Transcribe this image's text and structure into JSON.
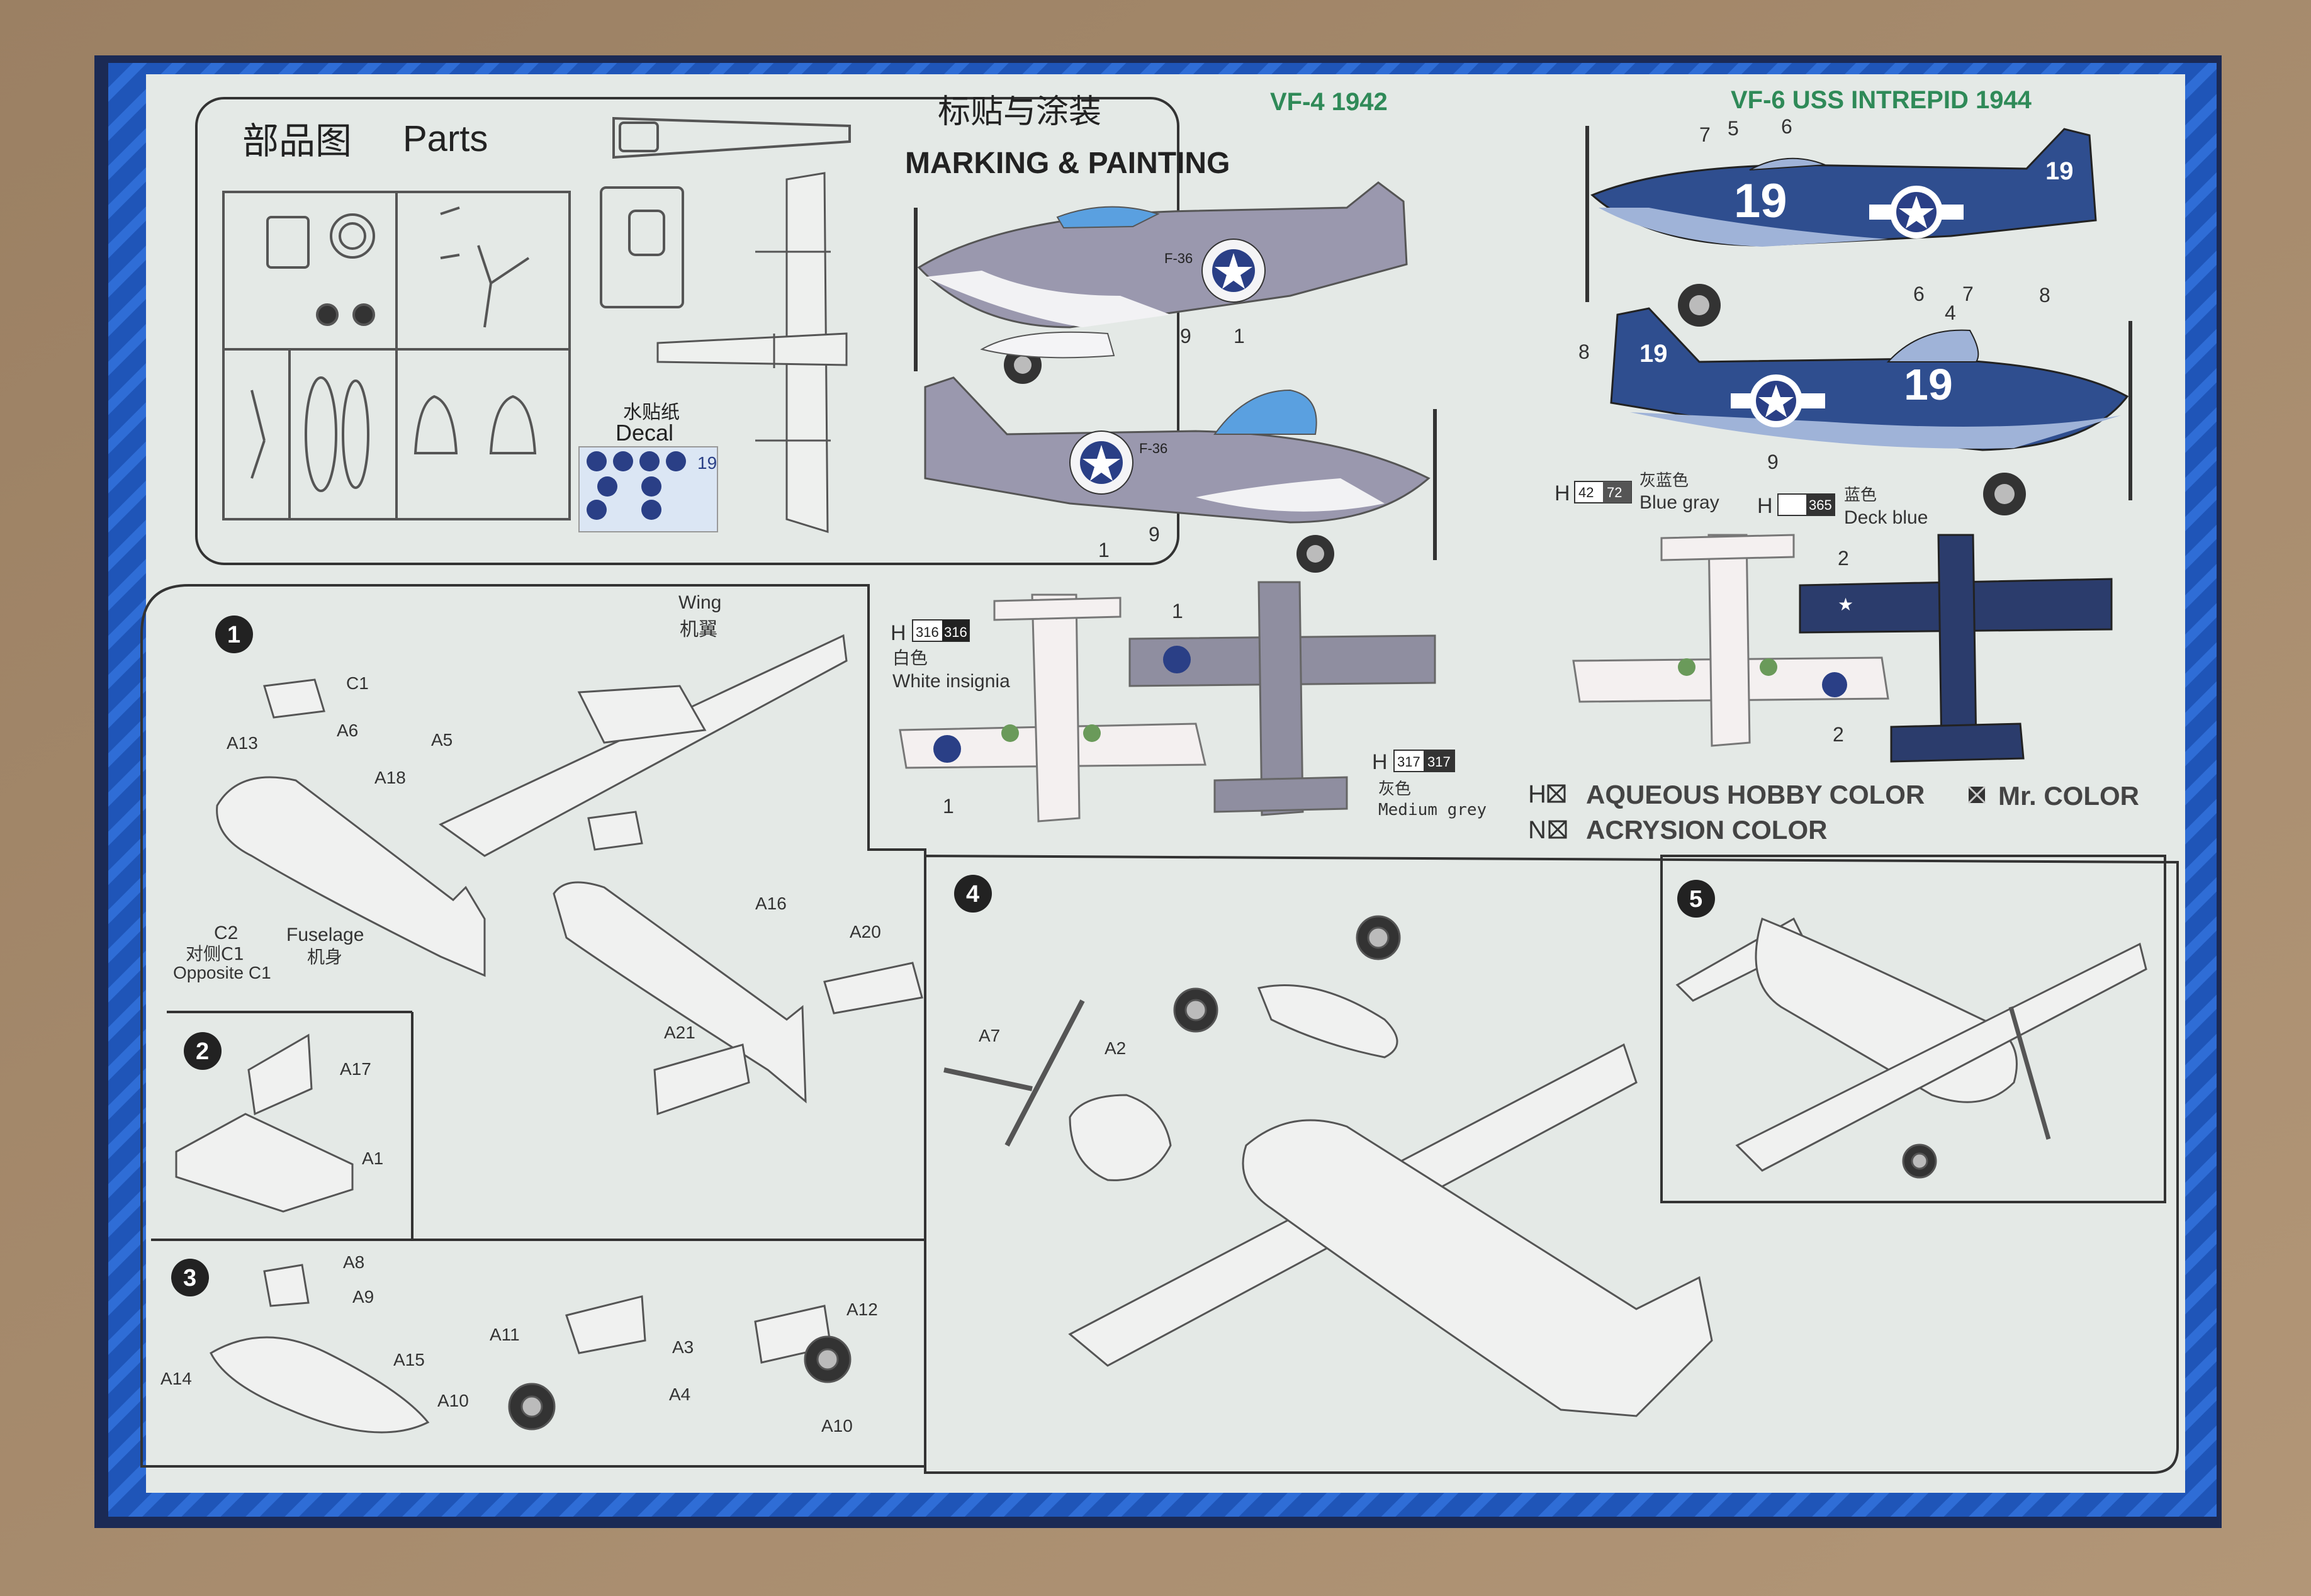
{
  "parts": {
    "title_cn": "部品图",
    "title_en": "Parts",
    "decal_cn": "水贴纸",
    "decal_en": "Decal"
  },
  "marking": {
    "title_cn": "标贴与涂装",
    "title_en": "MARKING & PAINTING",
    "scheme1": "VF-4  1942",
    "scheme2": "VF-6 USS INTREPID 1944",
    "code_vf4": "F-36",
    "code_vf6": "19",
    "colors": [
      {
        "h": "316",
        "n": "316",
        "cn": "白色",
        "en": "White insignia"
      },
      {
        "h": "317",
        "n": "317",
        "cn": "灰色",
        "en": "Medium grey"
      },
      {
        "h": "42",
        "n": "72",
        "cn": "灰蓝色",
        "en": "Blue gray"
      },
      {
        "h": "",
        "n": "365",
        "cn": "蓝色",
        "en": "Deck blue"
      }
    ],
    "legend": {
      "h_prefix": "H",
      "h_label": "AQUEOUS HOBBY COLOR",
      "mr_label": "Mr. COLOR",
      "n_prefix": "N",
      "n_label": "ACRYSION COLOR"
    }
  },
  "callouts": {
    "vf4_top": [
      "9",
      "1"
    ],
    "vf4_bottom": [
      "1",
      "9"
    ],
    "vf4_planview": [
      "1",
      "1"
    ],
    "vf6_top": [
      "7",
      "5",
      "6",
      "8"
    ],
    "vf6_bottom": [
      "8",
      "6",
      "4",
      "7",
      "9"
    ],
    "vf6_planview": [
      "2",
      "2"
    ]
  },
  "steps": {
    "s1": {
      "number": "1",
      "wing_en": "Wing",
      "wing_cn": "机翼",
      "fuselage_en": "Fuselage",
      "fuselage_cn": "机身",
      "c2": "C2",
      "c2_cn": "对侧C1",
      "c2_en": "Opposite C1",
      "parts": [
        "C1",
        "A13",
        "A6",
        "A18",
        "A5",
        "A16",
        "A20",
        "A21"
      ]
    },
    "s2": {
      "number": "2",
      "parts": [
        "A17",
        "A1"
      ]
    },
    "s3": {
      "number": "3",
      "parts": [
        "A8",
        "A9",
        "A15",
        "A14",
        "A11",
        "A3",
        "A10",
        "A12",
        "A4",
        "A10"
      ]
    },
    "s4": {
      "number": "4",
      "parts": [
        "A7",
        "A2"
      ]
    },
    "s5": {
      "number": "5"
    }
  },
  "palette": {
    "box_blue": "#1f55b8",
    "sheet": "#e4e9e6",
    "vf4_grey": "#9a98ae",
    "vf6_blue": "#2f4e8f",
    "deck_blue": "#2b3c6c",
    "insignia_blue": "#2a3f86",
    "scheme_green": "#2f8a58",
    "ink": "#333333"
  }
}
